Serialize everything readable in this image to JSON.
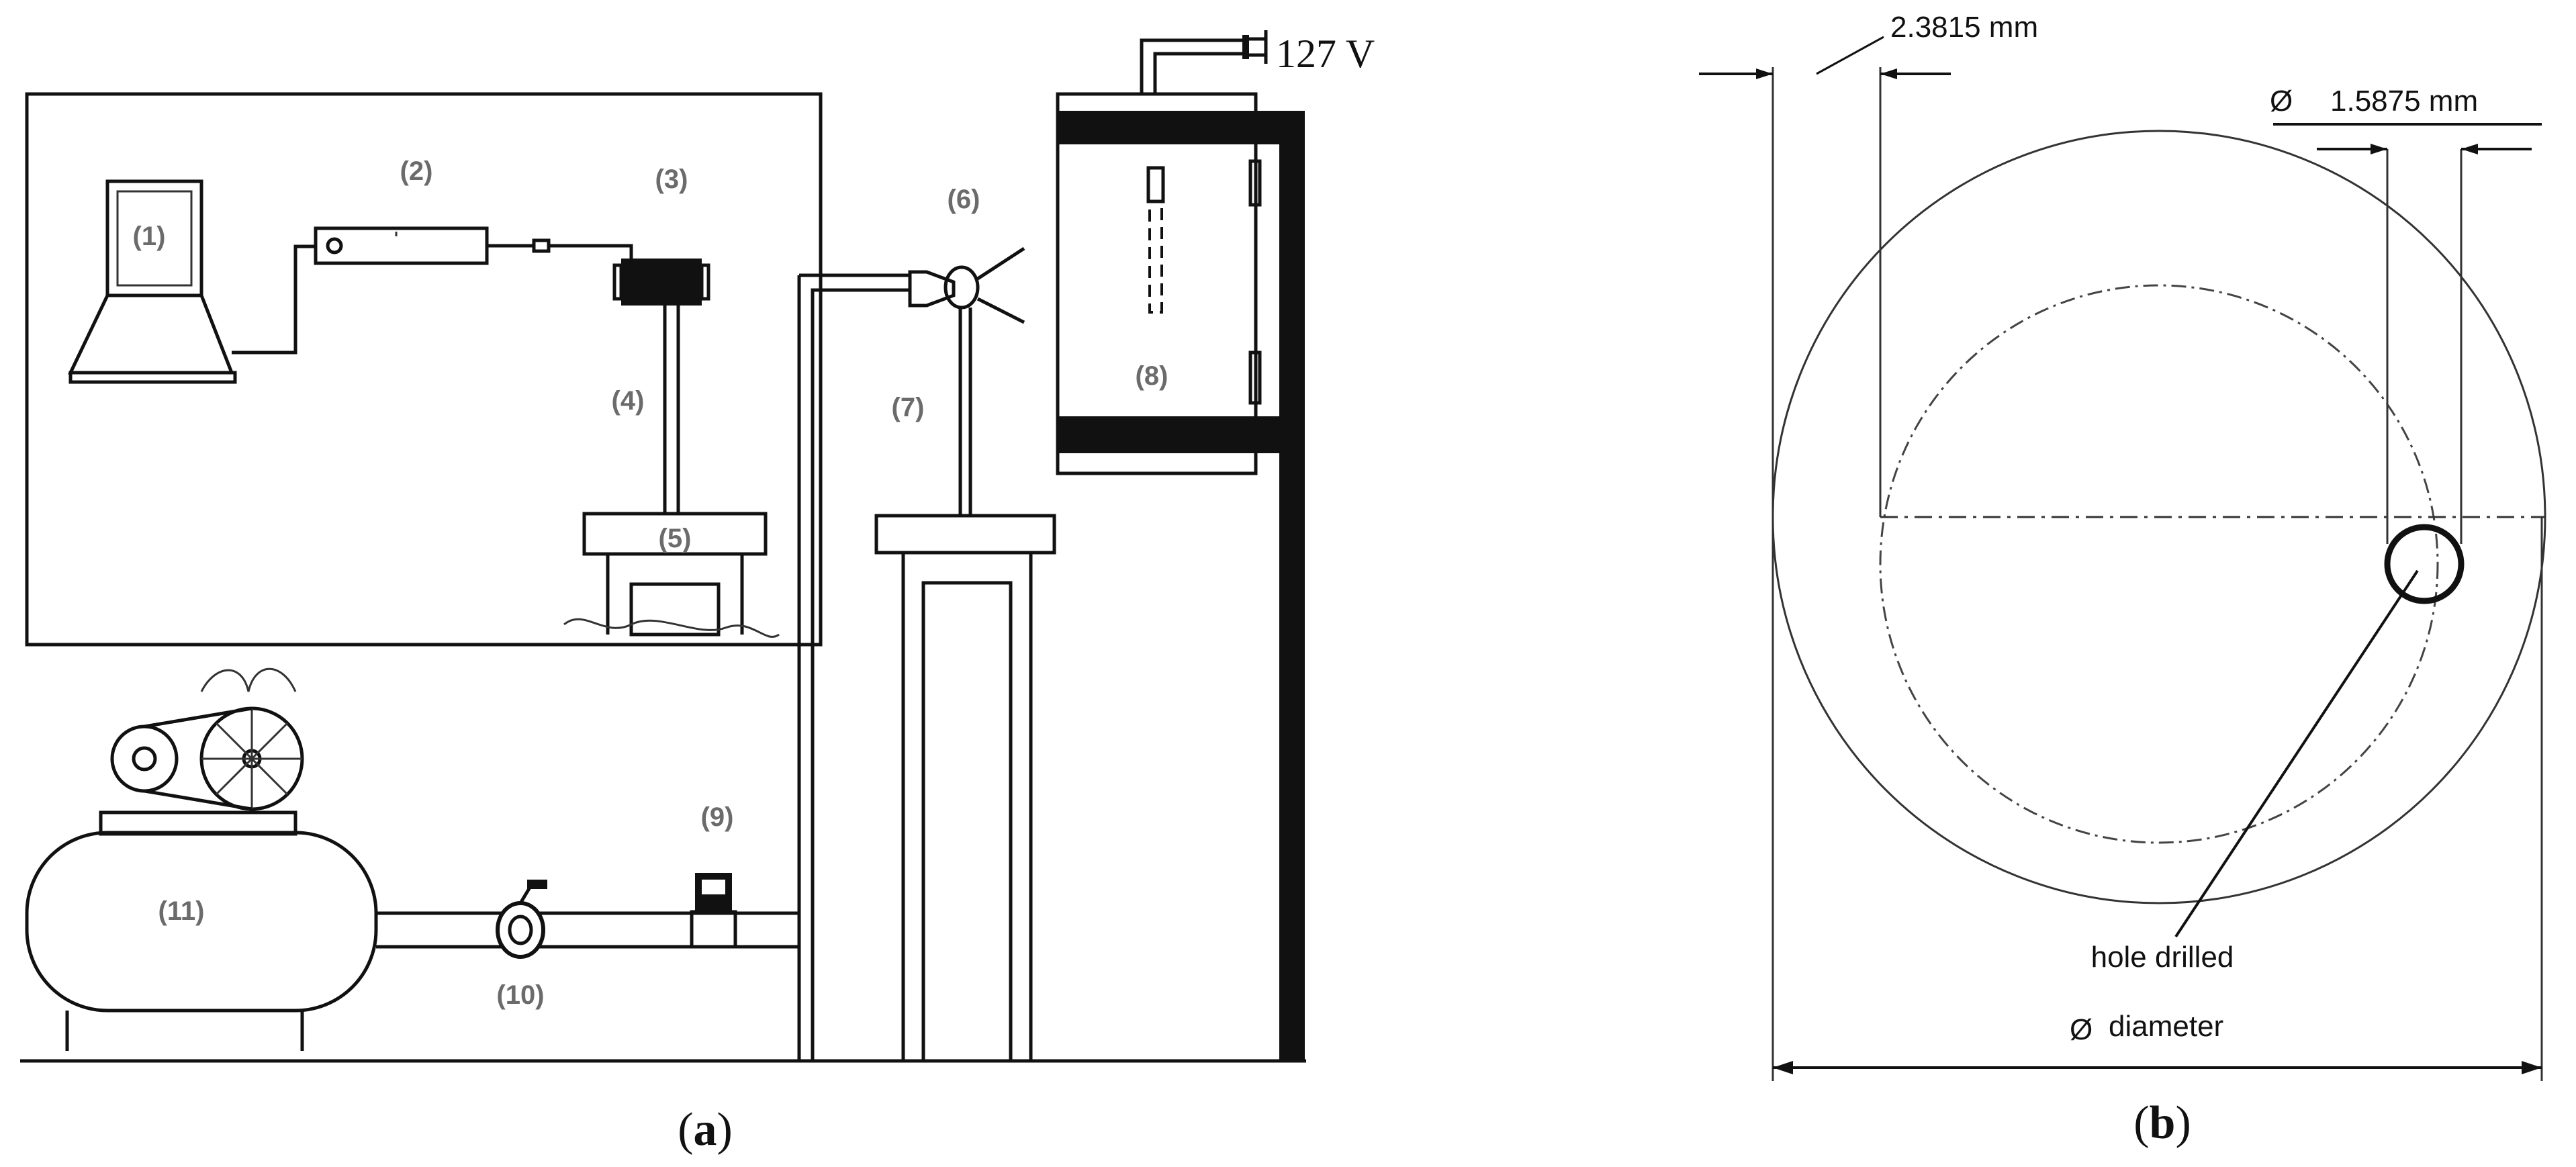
{
  "panel_a": {
    "caption_open": "(",
    "caption_letter": "a",
    "caption_close": ")",
    "voltage": "127 V",
    "labels": {
      "l1": "(1)",
      "l2": "(2)",
      "l3": "(3)",
      "l4": "(4)",
      "l5": "(5)",
      "l6": "(6)",
      "l7": "(7)",
      "l8": "(8)",
      "l9": "(9)",
      "l10": "(10)",
      "l11": "(11)"
    }
  },
  "panel_b": {
    "caption_open": "(",
    "caption_letter": "b",
    "caption_close": ")",
    "offset_dim": "2.3815 mm",
    "hole_dim": "1.5875 mm",
    "hole_label": "hole drilled",
    "diameter_label": "diameter",
    "diameter_symbol": "Ø"
  }
}
